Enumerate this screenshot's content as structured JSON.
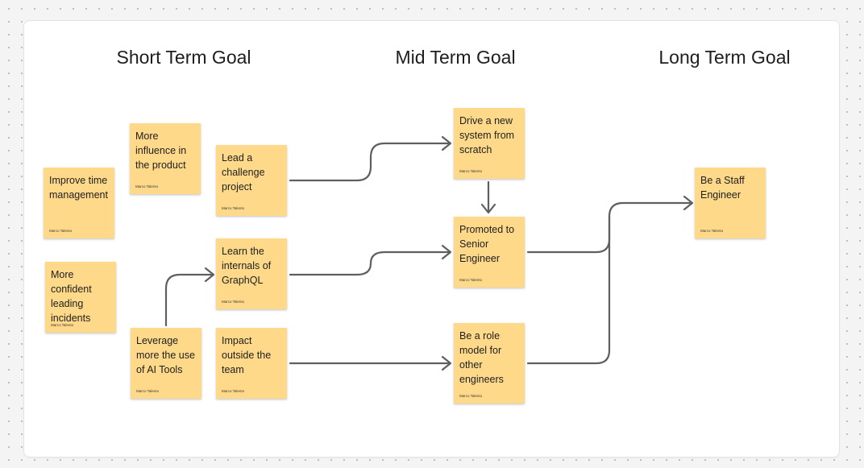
{
  "columns": {
    "short": "Short Term Goal",
    "mid": "Mid Term Goal",
    "long": "Long Term Goal"
  },
  "notes": {
    "improve_time": {
      "text": "Improve time management",
      "author": "Marco Talento"
    },
    "more_influence": {
      "text": "More influence in the product",
      "author": "Marco Talento"
    },
    "more_confident": {
      "text": "More confident leading incidents",
      "author": "Marco Talento"
    },
    "leverage_ai": {
      "text": "Leverage more the use of AI Tools",
      "author": "Marco Talento"
    },
    "lead_project": {
      "text": "Lead a challenge project",
      "author": "Marco Talento"
    },
    "learn_graphql": {
      "text": "Learn the internals of GraphQL",
      "author": "Marco Talento"
    },
    "impact_outside": {
      "text": "Impact outside the team",
      "author": "Marco Talento"
    },
    "drive_system": {
      "text": "Drive a new system from scratch",
      "author": "Marco Talento"
    },
    "promoted_senior": {
      "text": "Promoted to Senior Engineer",
      "author": "Marco Talento"
    },
    "role_model": {
      "text": "Be a role model for other engineers",
      "author": "Marco Talento"
    },
    "staff_engineer": {
      "text": "Be a Staff Engineer",
      "author": "Marco Talento"
    }
  }
}
